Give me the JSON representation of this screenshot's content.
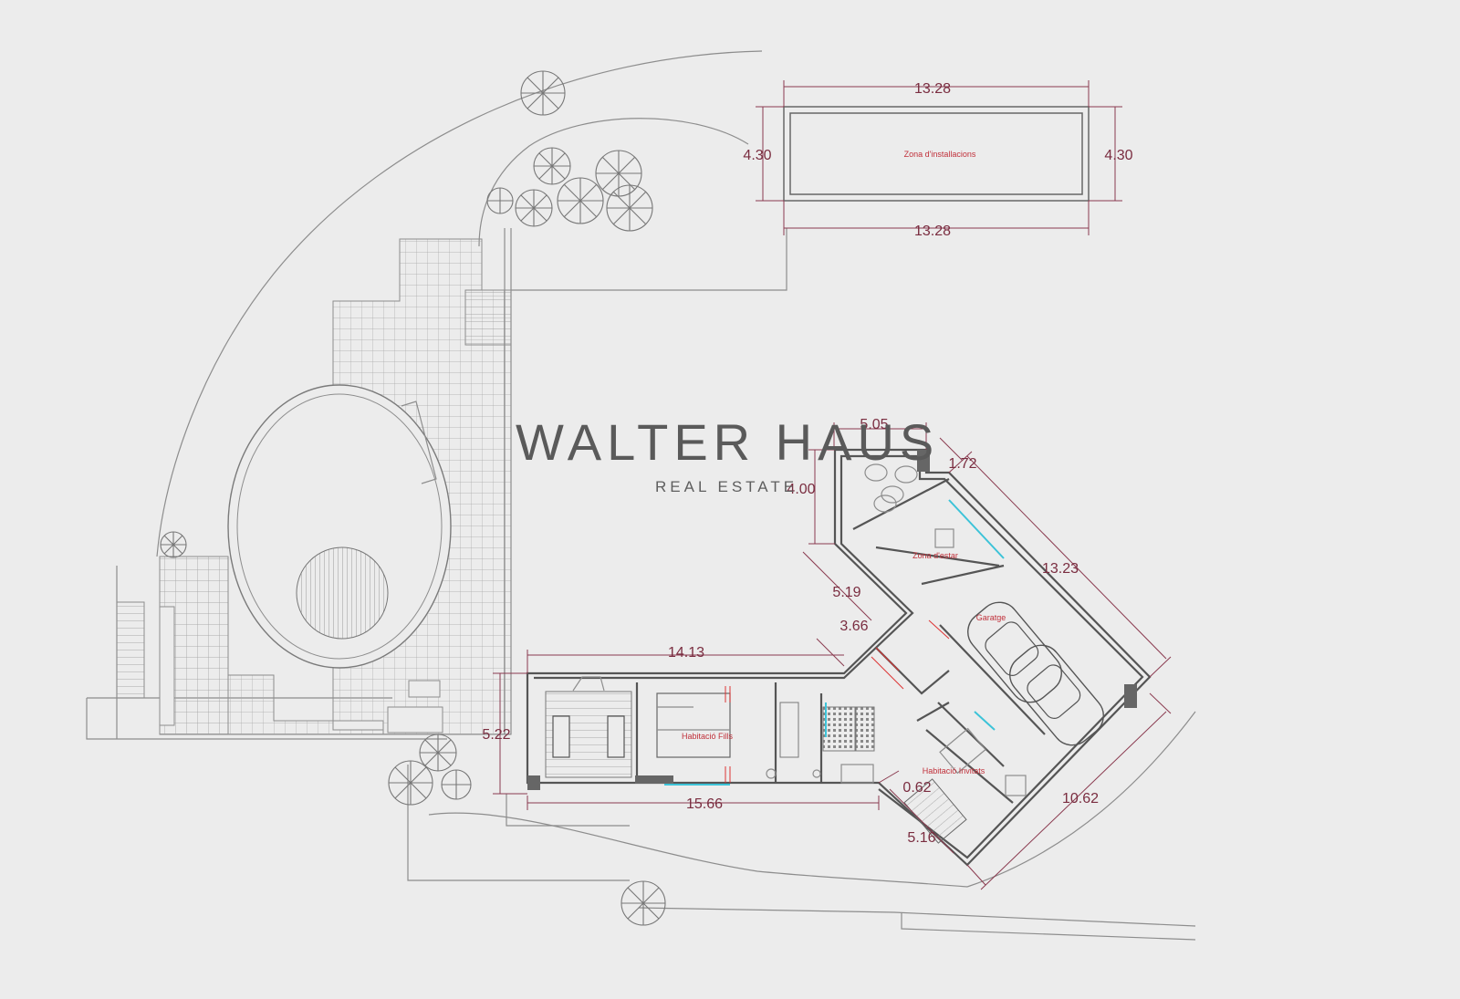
{
  "brand": {
    "name": "WALTER HAUS",
    "tagline": "REAL ESTATE"
  },
  "rooms": {
    "installations": "Zona d'installacions",
    "daytime": "Zona d'estar",
    "garage": "Garatge",
    "children": "Habitació Fills",
    "guests": "Habitació Invitats"
  },
  "dimensions": {
    "inst_top": "13.28",
    "inst_bottom": "13.28",
    "inst_left": "4.30",
    "inst_right": "4.30",
    "d_505": "5.05",
    "d_172": "1.72",
    "d_400": "4.00",
    "d_1323": "13.23",
    "d_519": "5.19",
    "d_366": "3.66",
    "d_1413": "14.13",
    "d_522": "5.22",
    "d_1566": "15.66",
    "d_062": "0.62",
    "d_516": "5.16",
    "d_1062": "10.62"
  },
  "colors": {
    "background": "#ececec",
    "dimension": "#7a2d40",
    "room_label": "#c0303a",
    "glazing": "#3cc3d8"
  }
}
